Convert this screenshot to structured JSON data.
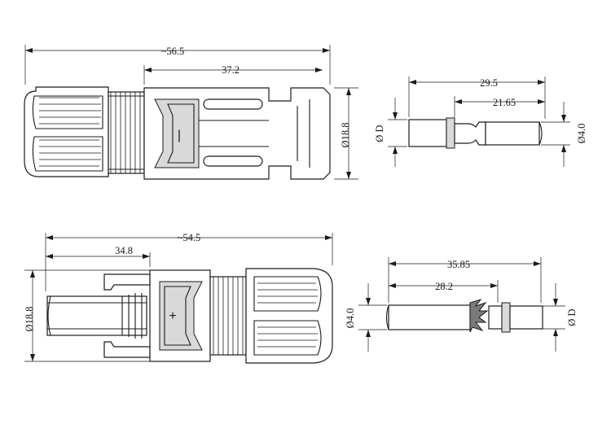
{
  "top_connector": {
    "overall_length": "~56.5",
    "body_length": "37.2",
    "diameter": "Ø18.8",
    "polarity": "|"
  },
  "top_pin": {
    "length": "29.5",
    "inner_length": "21.65",
    "left_diameter": "Ø D",
    "right_diameter": "Ø4.0"
  },
  "bottom_connector": {
    "overall_length": "~54.5",
    "body_length": "34.8",
    "diameter": "Ø18.8",
    "polarity": "+"
  },
  "bottom_pin": {
    "length": "35.85",
    "inner_length": "28.2",
    "left_diameter": "Ø4.0",
    "right_diameter": "Ø D"
  }
}
